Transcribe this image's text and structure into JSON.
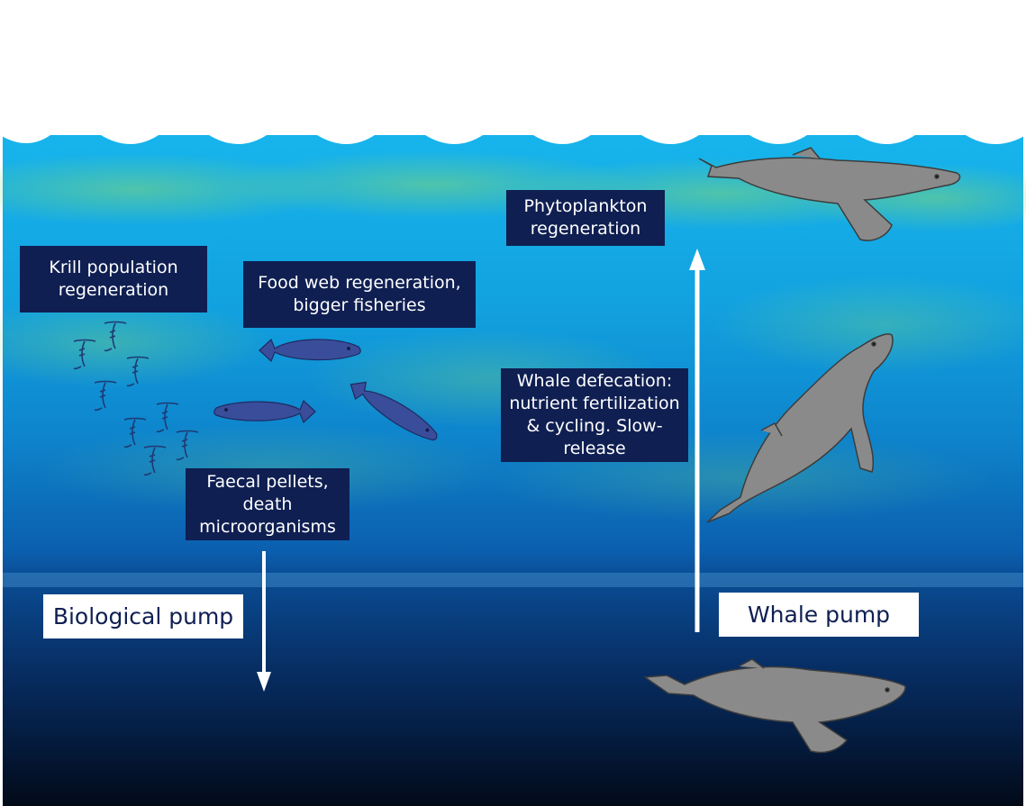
{
  "labels": {
    "phytoplankton": "Phytoplankton\nregeneration",
    "krill": "Krill population\nregeneration",
    "food_web": "Food web regeneration,\nbigger fisheries",
    "whale_defecation": "Whale defecation:\nnutrient fertilization\n& cycling. Slow-\nrelease",
    "faecal": "Faecal pellets,\ndeath\nmicroorganisms",
    "biological_pump": "Biological pump",
    "whale_pump": "Whale pump"
  },
  "colors": {
    "label_background": "#0f1f52",
    "label_text": "#ffffff",
    "pump_label_text": "#0f1f52",
    "whale": "#8a8a8a",
    "fish": "#3a4d9a",
    "krill": "#1e3a73",
    "arrow": "#ffffff"
  }
}
